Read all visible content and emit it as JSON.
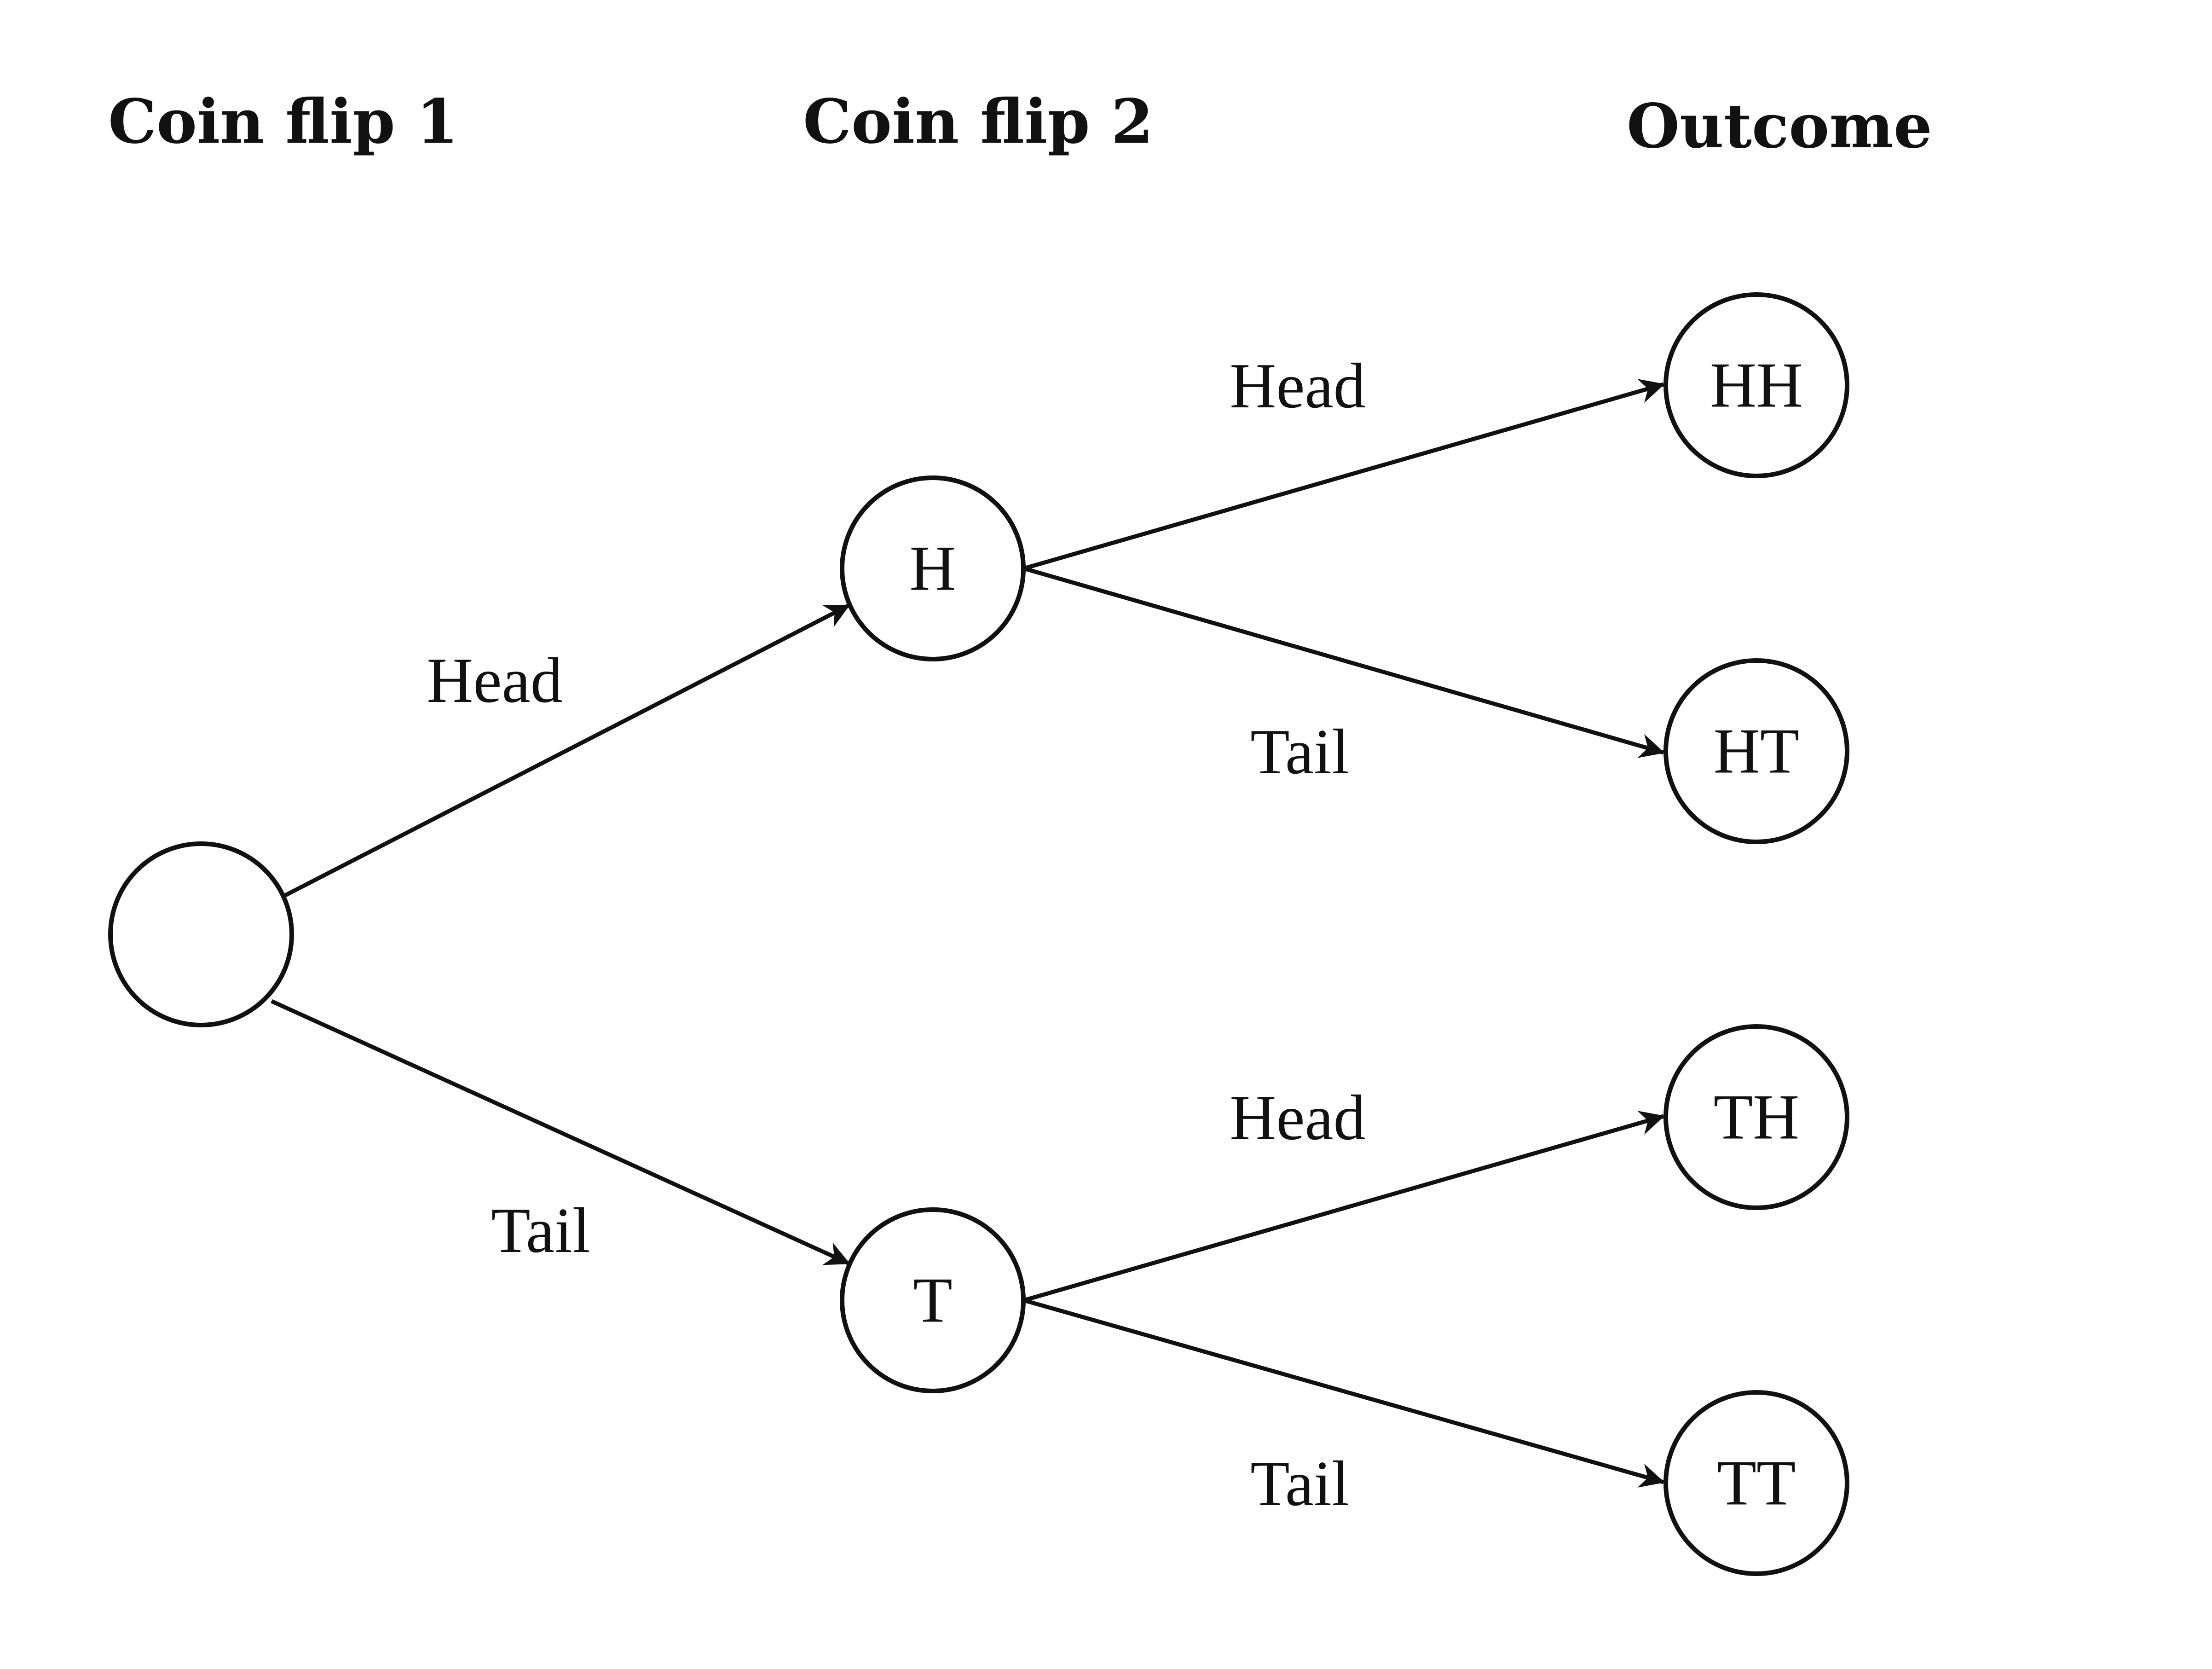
{
  "headers": {
    "flip1": "Coin flip 1",
    "flip2": "Coin flip 2",
    "outcome": "Outcome"
  },
  "nodes": {
    "root": "",
    "h": "H",
    "t": "T",
    "hh": "HH",
    "ht": "HT",
    "th": "TH",
    "tt": "TT"
  },
  "edges": {
    "root_h": "Head",
    "root_t": "Tail",
    "h_hh": "Head",
    "h_ht": "Tail",
    "t_th": "Head",
    "t_tt": "Tail"
  },
  "colors": {
    "stroke": "#111111",
    "background": "#ffffff"
  }
}
